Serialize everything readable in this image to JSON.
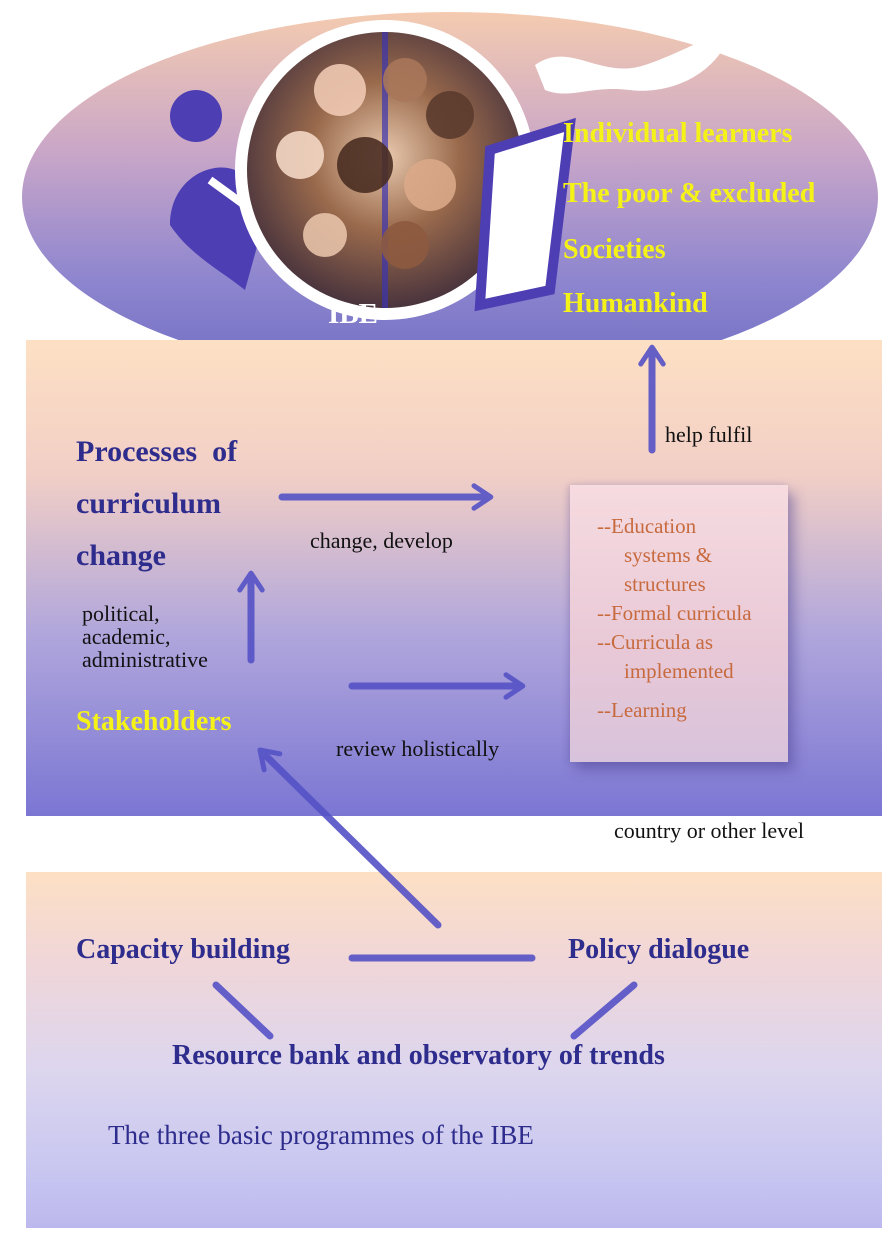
{
  "top": {
    "org_label": "IBE",
    "targets": [
      "Individual learners",
      "The poor & excluded",
      "Societies",
      "Humankind"
    ]
  },
  "middle": {
    "processes_heading": [
      "Processes  of",
      "curriculum",
      "change"
    ],
    "arrow_change_label": "change, develop",
    "stakeholder_roles": [
      "political,",
      "academic,",
      "administrative"
    ],
    "stakeholders_label": "Stakeholders",
    "arrow_review_label": "review holistically",
    "arrow_fulfil_label": "help fulfil",
    "level_label": "country or other level",
    "box_items": [
      "--Education",
      "systems &",
      "structures",
      "--Formal curricula",
      "--Curricula as",
      "implemented",
      "--Learning"
    ]
  },
  "bottom": {
    "capacity_label": "Capacity building",
    "policy_label": "Policy dialogue",
    "resource_label": "Resource bank  and observatory of trends",
    "caption": "The three basic programmes of the IBE"
  },
  "colors": {
    "heading_navy": "#2e2c8c",
    "highlight_yellow": "#f5f218",
    "box_text_orange": "#c76a3e",
    "arrow_blue": "#5552c6"
  }
}
